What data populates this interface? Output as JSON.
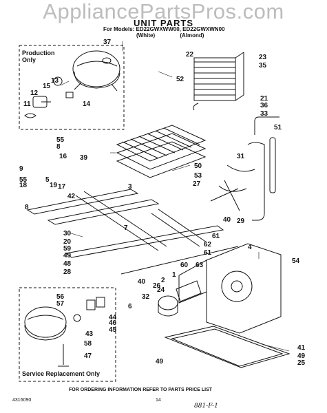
{
  "watermark": "AppliancePartsPros.com",
  "title": "UNIT PARTS",
  "models_line": "For Models: ED22GWXWW00, ED22GWXWN00",
  "variants": [
    "(White)",
    "(Almond)"
  ],
  "box_labels": {
    "production": "Production Only",
    "service": "Service Replacement Only"
  },
  "part_numbers": [
    "37",
    "22",
    "23",
    "35",
    "52",
    "13",
    "15",
    "12",
    "14",
    "11",
    "21",
    "36",
    "33",
    "51",
    "55",
    "8",
    "39",
    "16",
    "9",
    "19",
    "5",
    "3",
    "50",
    "31",
    "53",
    "27",
    "18",
    "17",
    "55",
    "42",
    "8",
    "30",
    "20",
    "59",
    "49",
    "7",
    "40",
    "29",
    "61",
    "4",
    "62",
    "61",
    "48",
    "60",
    "63",
    "28",
    "40",
    "26",
    "1",
    "54",
    "56",
    "57",
    "2",
    "32",
    "24",
    "6",
    "44",
    "46",
    "45",
    "43",
    "58",
    "47",
    "49",
    "41",
    "49",
    "25"
  ],
  "footer_note": "FOR ORDERING INFORMATION REFER TO PARTS PRICE LIST",
  "doc_code": "4316090",
  "page_number": "14",
  "handwritten": "881-F-1"
}
